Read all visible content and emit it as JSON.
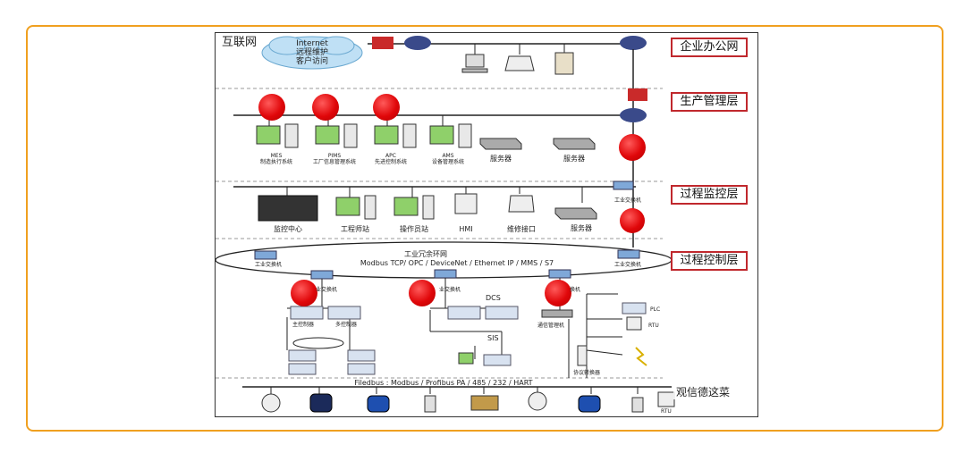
{
  "layers": {
    "office": "企业办公网",
    "production": "生产管理层",
    "monitoring": "过程监控层",
    "control": "过程控制层"
  },
  "internet": {
    "label": "互联网",
    "cloud": [
      "Internet",
      "远程维护",
      "客户访问"
    ]
  },
  "production": {
    "systems": [
      {
        "code": "MES",
        "name": "制造执行系统"
      },
      {
        "code": "PIMS",
        "name": "工厂信息管理系统"
      },
      {
        "code": "APC",
        "name": "先进控制系统"
      },
      {
        "code": "AMS",
        "name": "设备管理系统"
      }
    ],
    "server1": "服务器",
    "server2": "服务器"
  },
  "monitoring": {
    "items": [
      "监控中心",
      "工程师站",
      "操作员站",
      "HMI",
      "维修接口",
      "服务器"
    ],
    "switch": "工业交换机"
  },
  "control": {
    "ring": "工业冗余环网",
    "protocols": "Modbus TCP/ OPC / DeviceNet / Ethernet IP / MMS / S7",
    "switch_left": "工业交换机",
    "switch_right": "工业交换机",
    "sw_a": "业交换机",
    "sw_b": "业交换机",
    "sw_c": "换机",
    "main_ctrl": "主控制器",
    "ctrl2": "多控制器",
    "dcs": "DCS",
    "sis": "SIS",
    "comm": "通信管理机",
    "plc": "PLC",
    "rtu": "RTU",
    "proto": "协议转换器"
  },
  "fieldbus": {
    "label": "Filedbus : Modbus / Profibus PA / 485 / 232 / HART",
    "rtu": "RTU"
  },
  "watermark": "观信德这菜",
  "colors": {
    "frame": "#f0a020",
    "layer_border": "#c0282d",
    "dot": "#e0070a",
    "router": "#3a4a8a"
  }
}
